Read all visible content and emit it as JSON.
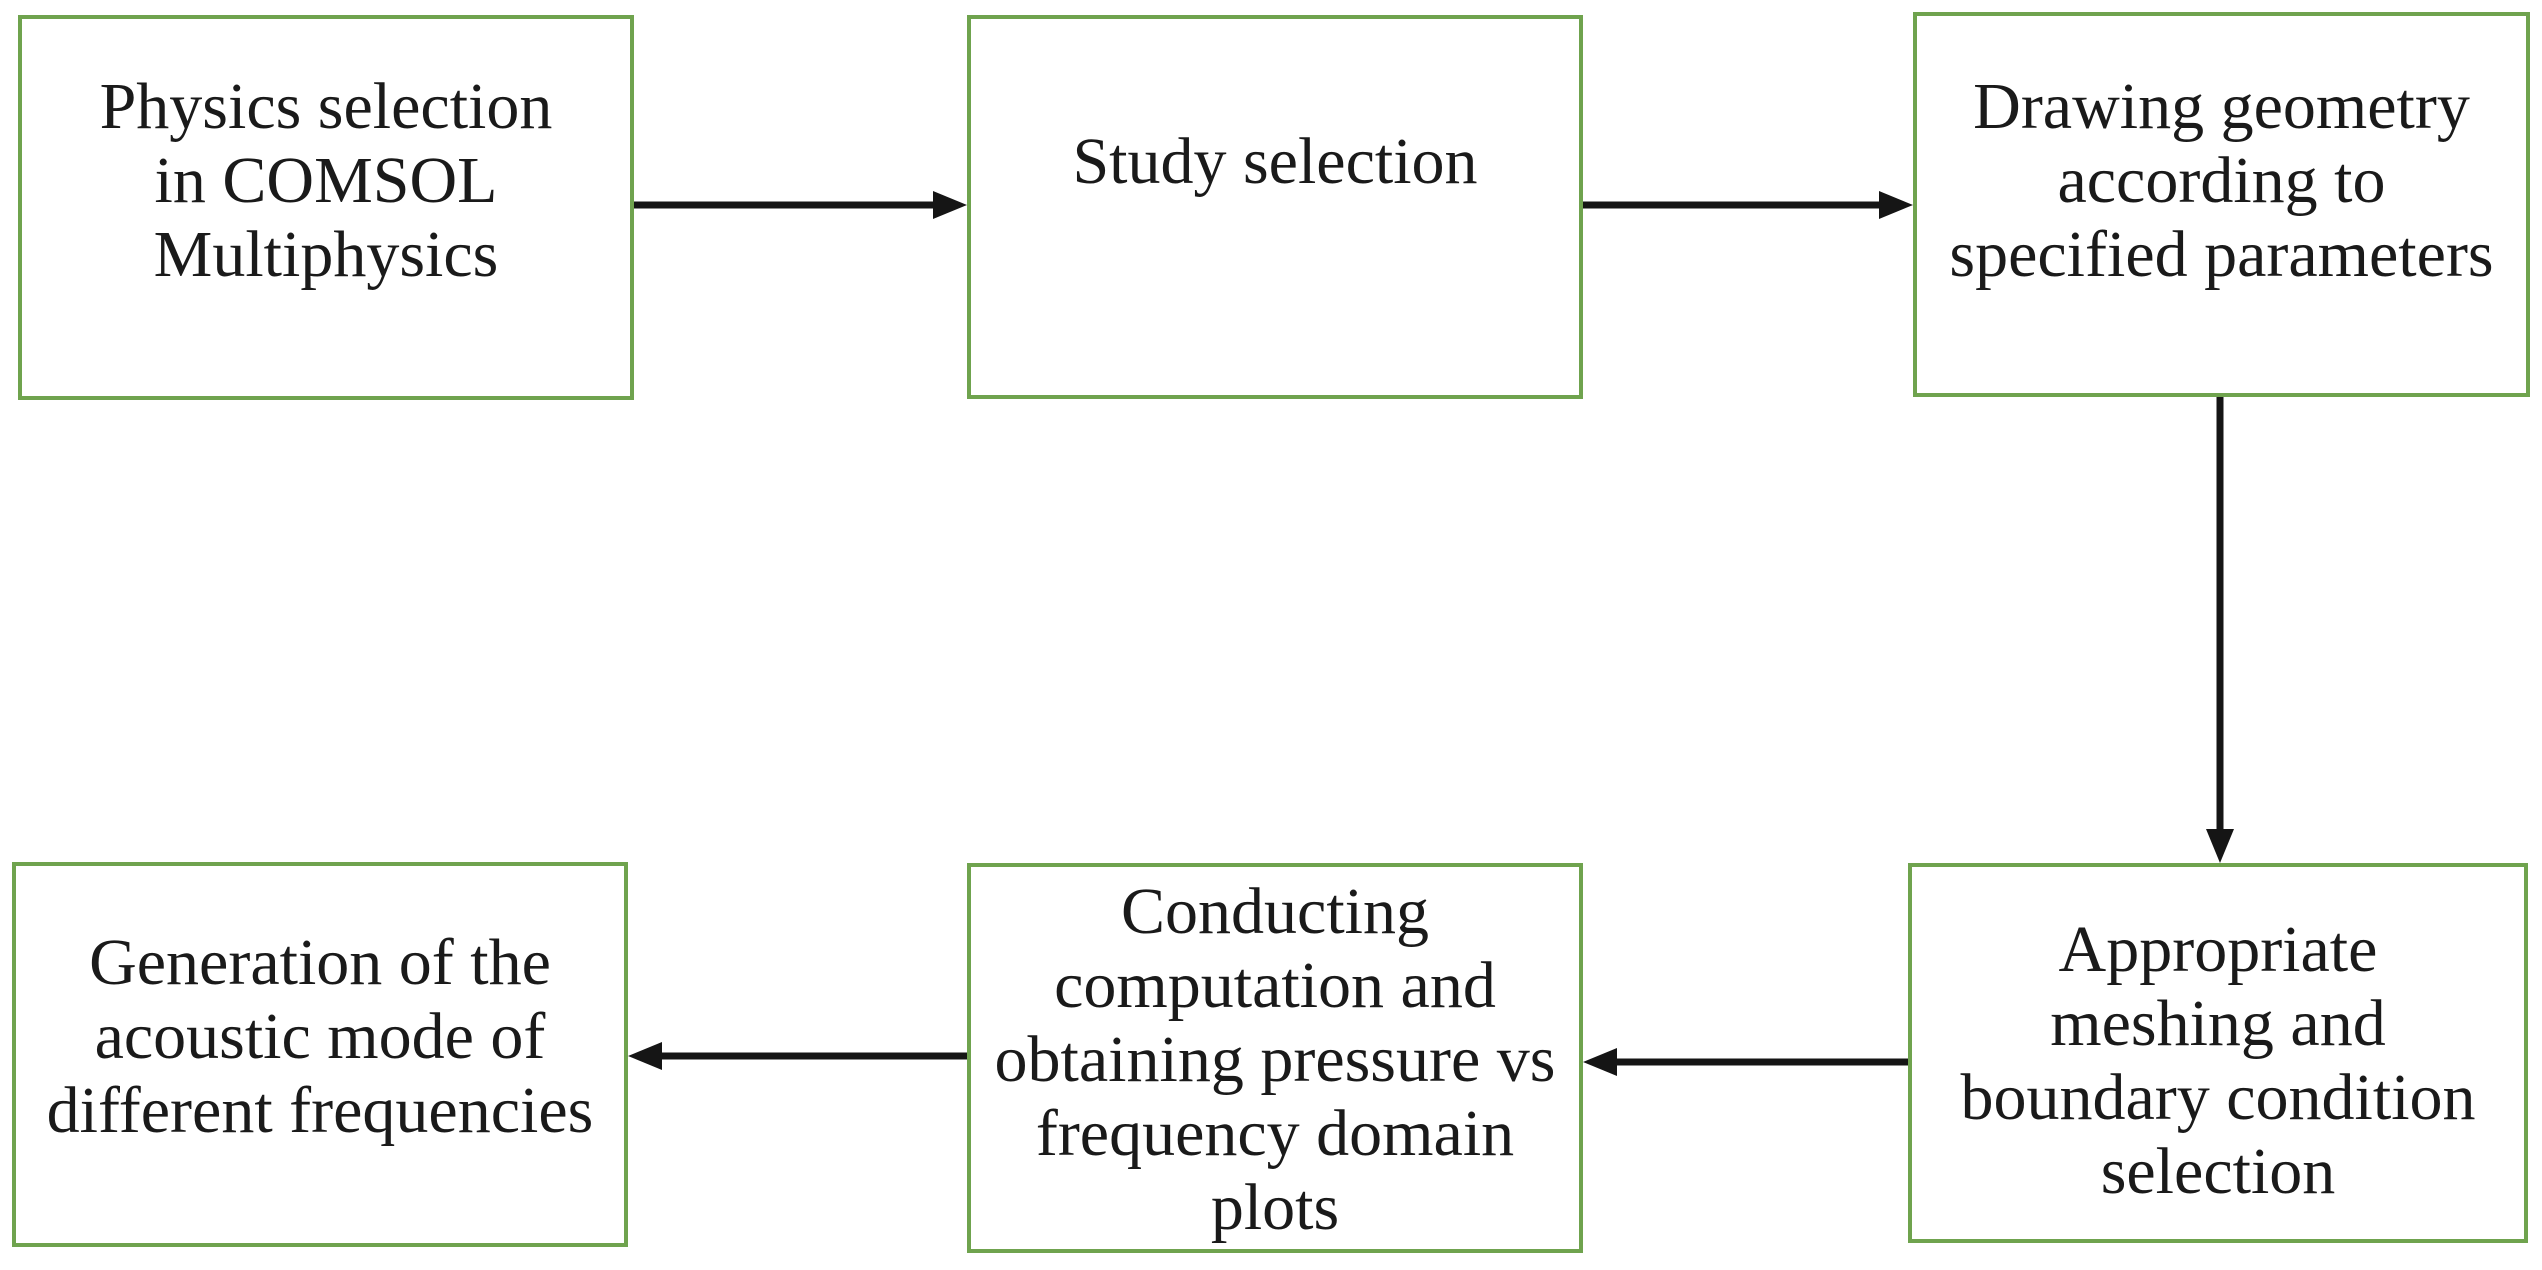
{
  "figure": {
    "type": "flowchart",
    "colors": {
      "box_border": "#6FA34E",
      "box_fill": "#FFFFFF",
      "text": "#1A1A1A",
      "arrow": "#151515",
      "background": "#FFFFFF"
    }
  },
  "flow": {
    "boxes": [
      {
        "id": "physics-selection",
        "label": "Physics selection\nin COMSOL\nMultiphysics"
      },
      {
        "id": "study-selection",
        "label": "Study selection"
      },
      {
        "id": "drawing-geometry",
        "label": "Drawing geometry\naccording to\nspecified parameters"
      },
      {
        "id": "meshing-boundary",
        "label": "Appropriate\nmeshing and\nboundary condition\nselection"
      },
      {
        "id": "computation-plots",
        "label": "Conducting\ncomputation and\nobtaining pressure vs\nfrequency domain\nplots"
      },
      {
        "id": "mode-generation",
        "label": "Generation of the\nacoustic mode of\ndifferent frequencies"
      }
    ],
    "connections": [
      {
        "from": "physics-selection",
        "to": "study-selection",
        "direction": "right"
      },
      {
        "from": "study-selection",
        "to": "drawing-geometry",
        "direction": "right"
      },
      {
        "from": "drawing-geometry",
        "to": "meshing-boundary",
        "direction": "down"
      },
      {
        "from": "meshing-boundary",
        "to": "computation-plots",
        "direction": "left"
      },
      {
        "from": "computation-plots",
        "to": "mode-generation",
        "direction": "left"
      }
    ]
  }
}
